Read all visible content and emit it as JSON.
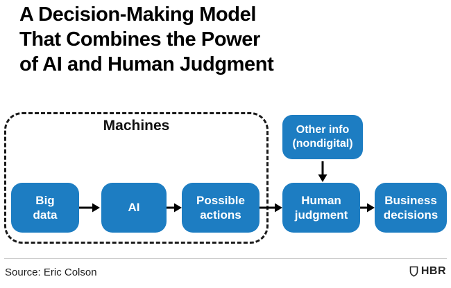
{
  "header": {
    "title": "A Decision-Making Model\nThat Combines the Power\nof AI and Human Judgment"
  },
  "diagram": {
    "machines_label": "Machines",
    "accent_color": "#1d7dc2",
    "nodes": {
      "big_data": "Big\ndata",
      "ai": "AI",
      "possible_actions": "Possible\nactions",
      "other_info": "Other info\n(nondigital)",
      "human_judgment": "Human\njudgment",
      "business_decisions": "Business\ndecisions"
    }
  },
  "footer": {
    "source": "Source: Eric Colson",
    "brand": "HBR"
  }
}
